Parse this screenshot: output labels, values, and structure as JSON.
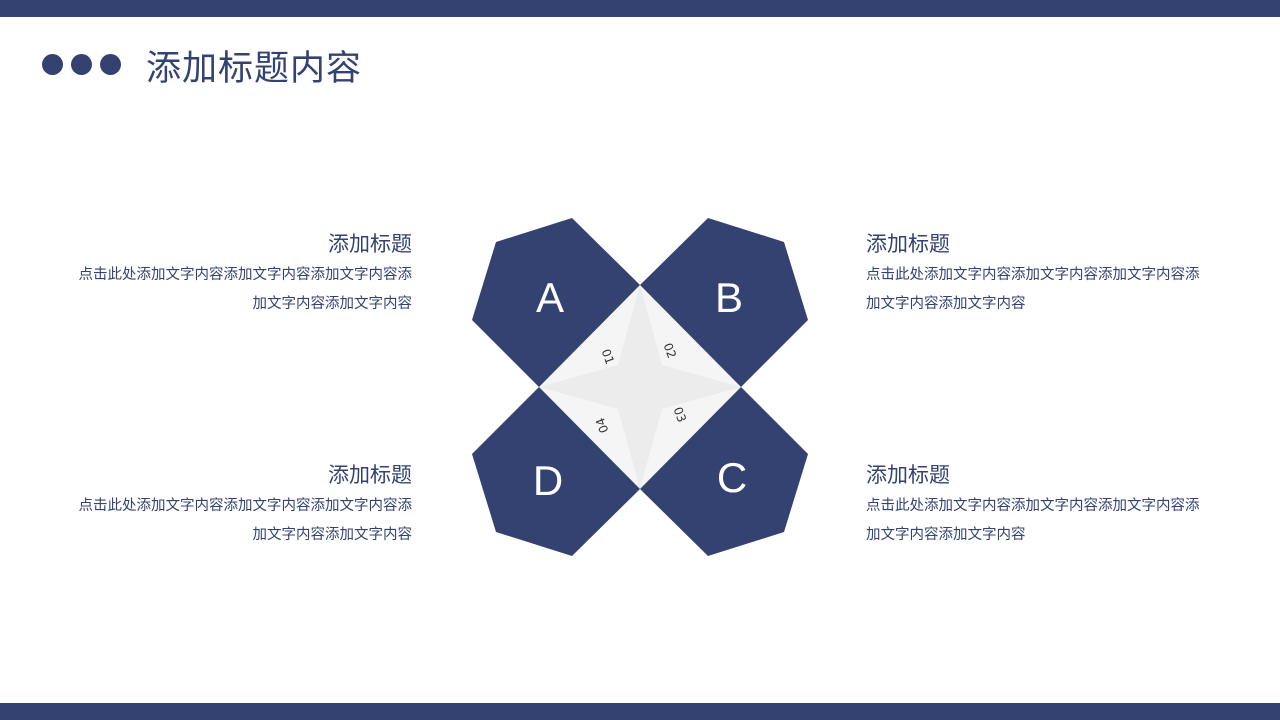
{
  "page": {
    "title": "添加标题内容"
  },
  "colors": {
    "primary": "#334271",
    "star": "#ececec",
    "center": "#f5f5f5"
  },
  "diagram": {
    "petals": [
      {
        "letter": "A",
        "number": "01"
      },
      {
        "letter": "B",
        "number": "02"
      },
      {
        "letter": "C",
        "number": "03"
      },
      {
        "letter": "D",
        "number": "04"
      }
    ]
  },
  "blocks": {
    "top_left": {
      "title": "添加标题",
      "body": "点击此处添加文字内容添加文字内容添加文字内容添加文字内容添加文字内容"
    },
    "top_right": {
      "title": "添加标题",
      "body": "点击此处添加文字内容添加文字内容添加文字内容添加文字内容添加文字内容"
    },
    "bottom_left": {
      "title": "添加标题",
      "body": "点击此处添加文字内容添加文字内容添加文字内容添加文字内容添加文字内容"
    },
    "bottom_right": {
      "title": "添加标题",
      "body": "点击此处添加文字内容添加文字内容添加文字内容添加文字内容添加文字内容"
    }
  }
}
